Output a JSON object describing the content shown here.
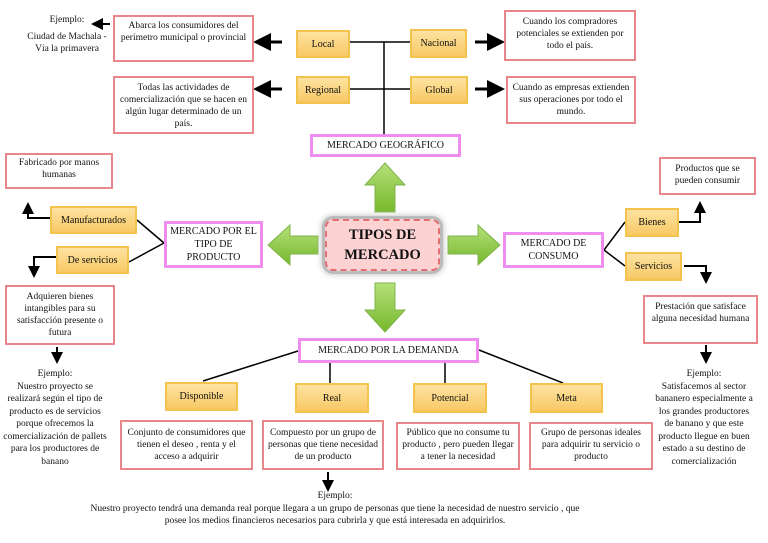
{
  "colors": {
    "hub_border": "#ee8ef0",
    "desc_border": "#e8868c",
    "category_fill": "#f8c865",
    "center_fill": "#fcd2d3",
    "arrow_green": "#8cc63f"
  },
  "center": {
    "title": "TIPOS DE MERCADO"
  },
  "geografico": {
    "title": "MERCADO GEOGRÁFICO",
    "example_label": "Ejemplo:",
    "example_text": "Ciudad de Machala - Vía la primavera",
    "local": {
      "label": "Local",
      "desc": "Abarca los consumidores del perímetro municipal o provincial"
    },
    "regional": {
      "label": "Regional",
      "desc": "Todas las actividades de comercialización que se hacen en algún lugar determinado de un país."
    },
    "nacional": {
      "label": "Nacional",
      "desc": "Cuando los compradores potenciales se extienden por todo el país."
    },
    "global": {
      "label": "Global",
      "desc": "Cuando as empresas extienden sus operaciones por todo el mundo."
    }
  },
  "producto": {
    "title": "MERCADO POR EL TIPO DE PRODUCTO",
    "manufacturados": {
      "label": "Manufacturados",
      "desc": "Fabricado por manos humanas"
    },
    "servicios": {
      "label": "De servicios",
      "desc": "Adquieren bienes intangibles para su satisfacción presente o futura"
    },
    "example_label": "Ejemplo:",
    "example_text": "Nuestro proyecto se realizará según el tipo de producto es de servicios porque ofrecemos la comercialización de pallets para los productores de banano"
  },
  "consumo": {
    "title": "MERCADO DE CONSUMO",
    "bienes": {
      "label": "Bienes",
      "desc": "Productos que se pueden consumir"
    },
    "servicios": {
      "label": "Servicios",
      "desc": "Prestación que satisface alguna necesidad humana"
    },
    "example_label": "Ejemplo:",
    "example_text": "Satisfacemos al sector bananero especialmente a los grandes productores de banano y que este producto llegue en buen estado a su destino de comercialización"
  },
  "demanda": {
    "title": "MERCADO POR LA DEMANDA",
    "disponible": {
      "label": "Disponible",
      "desc": "Conjunto de consumidores que tienen el deseo , renta y el acceso a adquirir"
    },
    "real": {
      "label": "Real",
      "desc": "Compuesto por un grupo de personas que tiene necesidad de un producto"
    },
    "potencial": {
      "label": "Potencial",
      "desc": "Público que no consume tu producto , pero pueden llegar a tener la necesidad"
    },
    "meta": {
      "label": "Meta",
      "desc": "Grupo de personas ideales para adquirir tu servicio o producto"
    },
    "example_label": "Ejemplo:",
    "example_text": "Nuestro proyecto tendrá una demanda real porque llegara a un grupo de personas que tiene la necesidad de nuestro servicio , que posee los medios financieros necesarios para cubrirla y que está interesada en adquirirlos."
  }
}
